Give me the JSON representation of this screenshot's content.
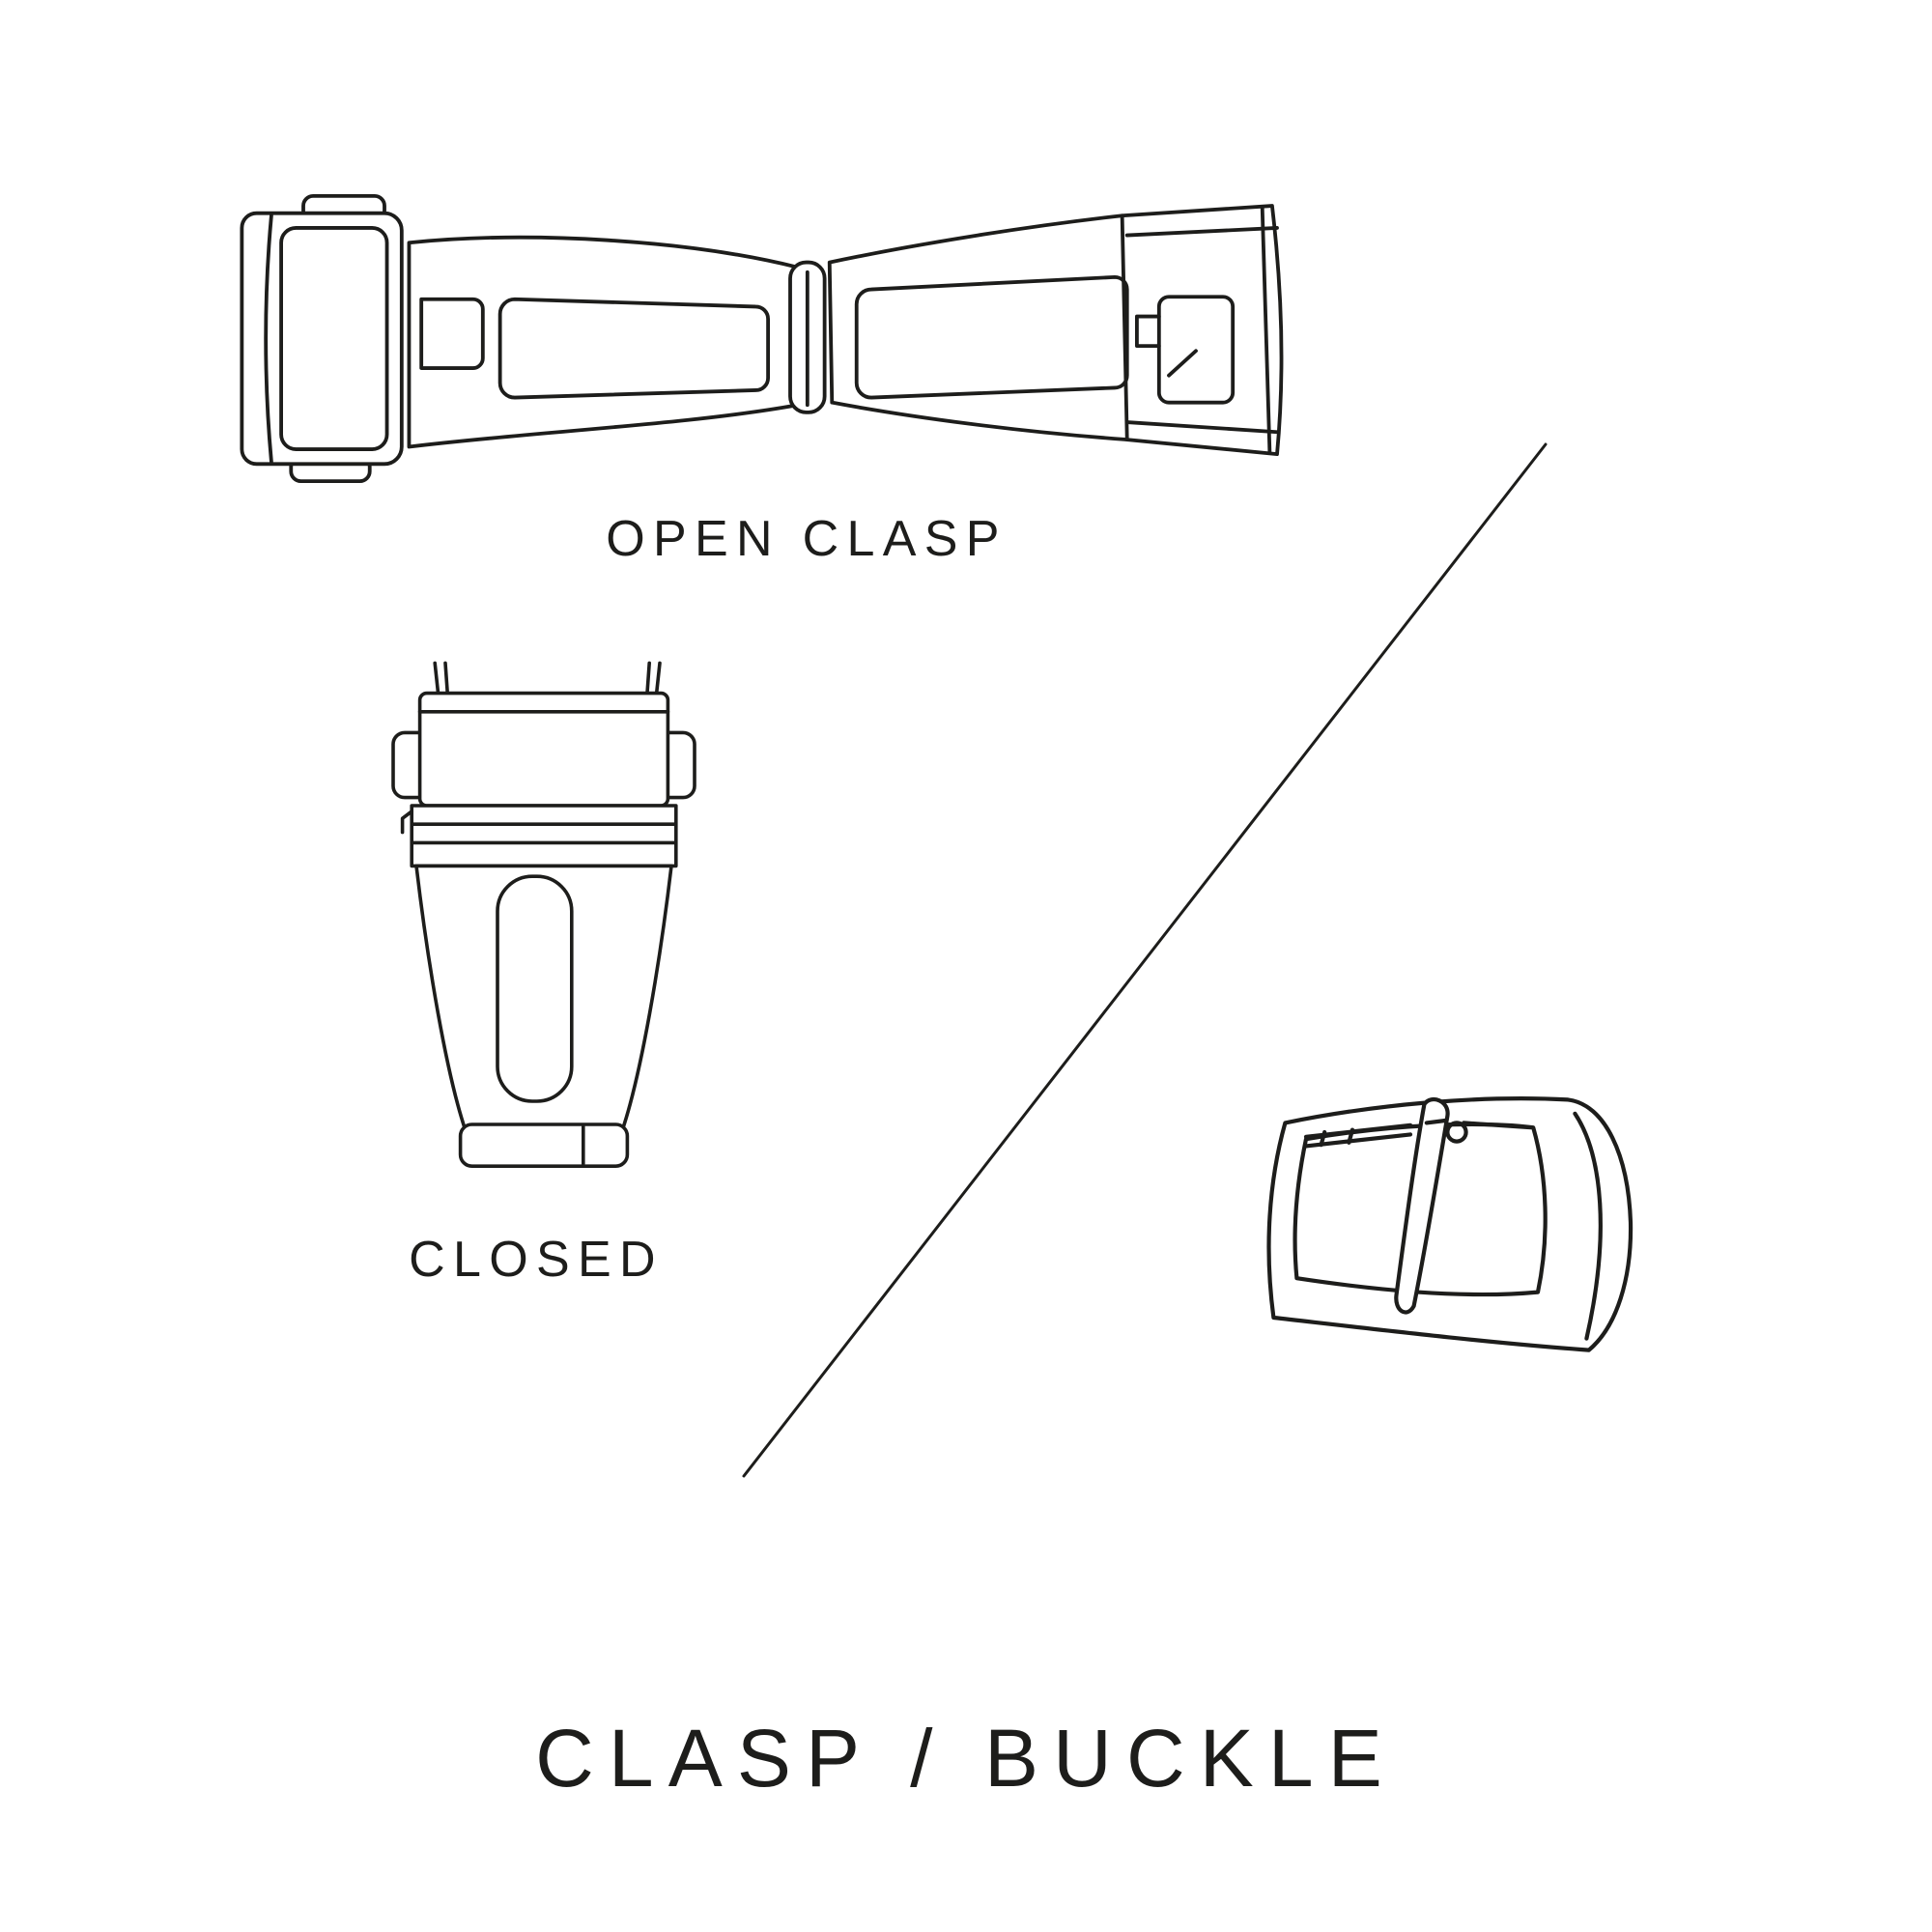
{
  "page": {
    "background_color": "#ffffff",
    "ink_color": "#1d1d1b"
  },
  "diagram": {
    "title": "CLASP / BUCKLE",
    "figures": [
      {
        "id": "open-clasp",
        "label": "OPEN CLASP"
      },
      {
        "id": "closed-clasp",
        "label": "CLOSED"
      },
      {
        "id": "buckle",
        "label": ""
      }
    ]
  }
}
